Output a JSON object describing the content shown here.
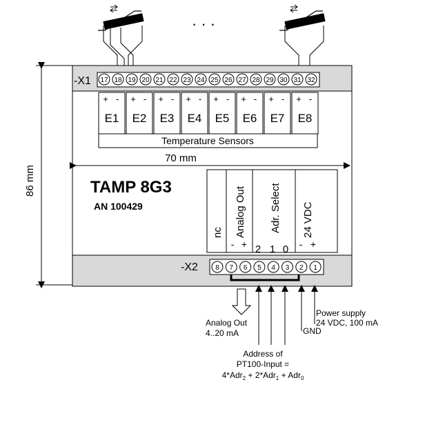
{
  "dimensions": {
    "height": "86 mm",
    "width": "70 mm"
  },
  "connectors": {
    "x1": "-X1",
    "x2": "-X2"
  },
  "x1_terminals": [
    "17",
    "18",
    "19",
    "20",
    "21",
    "22",
    "23",
    "24",
    "25",
    "26",
    "27",
    "28",
    "29",
    "30",
    "31",
    "32"
  ],
  "x2_terminals": [
    "8",
    "7",
    "6",
    "5",
    "4",
    "3",
    "2",
    "1"
  ],
  "ellipsis": "· · ·",
  "sensors": [
    {
      "label": "E1",
      "plus": "+",
      "minus": "-"
    },
    {
      "label": "E2",
      "plus": "+",
      "minus": "-"
    },
    {
      "label": "E3",
      "plus": "+",
      "minus": "-"
    },
    {
      "label": "E4",
      "plus": "+",
      "minus": "-"
    },
    {
      "label": "E5",
      "plus": "+",
      "minus": "-"
    },
    {
      "label": "E6",
      "plus": "+",
      "minus": "-"
    },
    {
      "label": "E7",
      "plus": "+",
      "minus": "-"
    },
    {
      "label": "E8",
      "plus": "+",
      "minus": "-"
    }
  ],
  "temperature_sensors_label": "Temperature Sensors",
  "device": {
    "name": "TAMP 8G3",
    "code": "AN 100429"
  },
  "io_panel": {
    "nc": "nc",
    "analog_out": "Analog Out",
    "adr_select": "Adr. Select",
    "vdc": "24 VDC",
    "analog_minus": "-",
    "analog_plus": "+",
    "adr_bits": [
      "2",
      "1",
      "0"
    ],
    "vdc_minus": "-",
    "vdc_plus": "+"
  },
  "annotations": {
    "analog_out_line1": "Analog Out",
    "analog_out_line2": "4..20 mA",
    "address_line1": "Address of",
    "address_line2": "PT100-Input =",
    "address_formula": {
      "coef2": "4*Adr",
      "sub2": "2",
      "coef1": " + 2*Adr",
      "sub1": "1",
      "coef0": " + Adr",
      "sub0": "0"
    },
    "gnd": "GND",
    "power_line1": "Power supply",
    "power_line2": "24 VDC, 100 mA"
  },
  "colors": {
    "housing": "#d9d9d9",
    "line": "#000000",
    "panel": "#ffffff"
  }
}
